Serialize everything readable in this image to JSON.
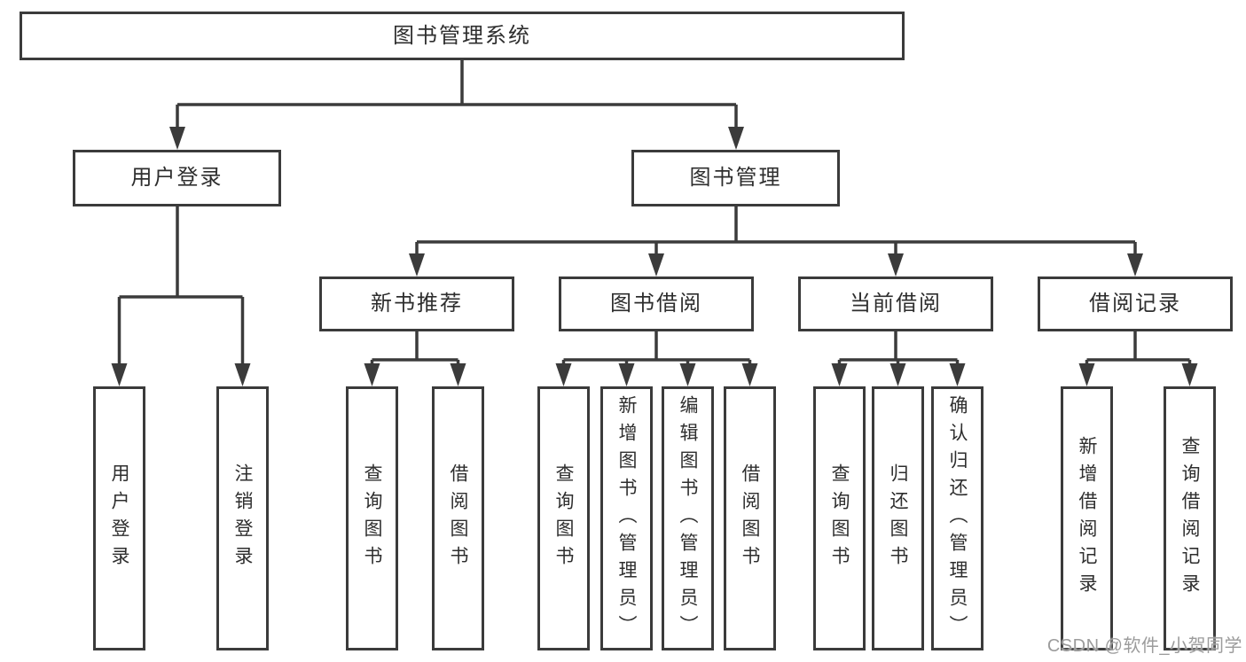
{
  "tree": {
    "root": "图书管理系统",
    "branches": [
      {
        "label": "用户登录",
        "children": [
          "用户登录",
          "注销登录"
        ]
      },
      {
        "label": "图书管理",
        "children": [
          {
            "label": "新书推荐",
            "children": [
              "查询图书",
              "借阅图书"
            ]
          },
          {
            "label": "图书借阅",
            "children": [
              "查询图书",
              "新增图书（管理员）",
              "编辑图书（管理员）",
              "借阅图书"
            ]
          },
          {
            "label": "当前借阅",
            "children": [
              "查询图书",
              "归还图书",
              "确认归还（管理员）"
            ]
          },
          {
            "label": "借阅记录",
            "children": [
              "新增借阅记录",
              "查询借阅记录"
            ]
          }
        ]
      }
    ]
  },
  "watermark": {
    "text": "CSDN @软件_小贺同学"
  },
  "colors": {
    "line": "#3b3b3b",
    "border": "#3b3b3b",
    "text": "#2e2e2e",
    "watermark": "#9c9c9c",
    "background": "#ffffff"
  }
}
